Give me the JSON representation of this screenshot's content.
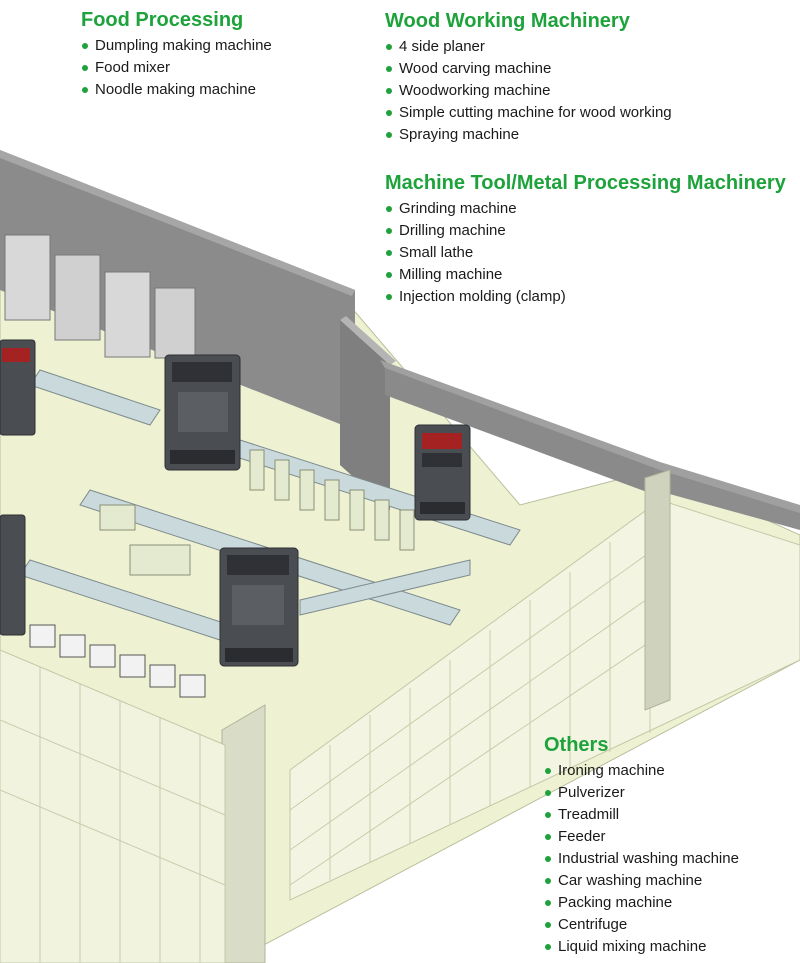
{
  "sections": {
    "food": {
      "title": "Food Processing",
      "items": [
        "Dumpling making machine",
        "Food mixer",
        "Noodle making machine"
      ]
    },
    "wood": {
      "title": "Wood Working Machinery",
      "items": [
        "4 side planer",
        "Wood carving machine",
        "Woodworking machine",
        "Simple cutting machine for wood working",
        "Spraying machine"
      ]
    },
    "machine": {
      "title": "Machine Tool/Metal Processing Machinery",
      "items": [
        "Grinding machine",
        "Drilling machine",
        "Small lathe",
        "Milling machine",
        "Injection molding (clamp)"
      ]
    },
    "others": {
      "title": "Others",
      "items": [
        "Ironing machine",
        "Pulverizer",
        "Treadmill",
        "Feeder",
        "Industrial washing machine",
        "Car washing machine",
        "Packing machine",
        "Centrifuge",
        "Liquid mixing machine"
      ]
    }
  },
  "colors": {
    "heading": "#1ea33c",
    "bullet": "#1ea33c",
    "text": "#1a1a1a",
    "floor": "#eef2d2",
    "wall": "#8a8a8a",
    "wall_dark": "#6c6c6c",
    "glass": "#f4f6e4",
    "drive_body": "#4a4d52"
  },
  "illustration": {
    "kind": "isometric-factory-floor-with-inverter-drives"
  }
}
